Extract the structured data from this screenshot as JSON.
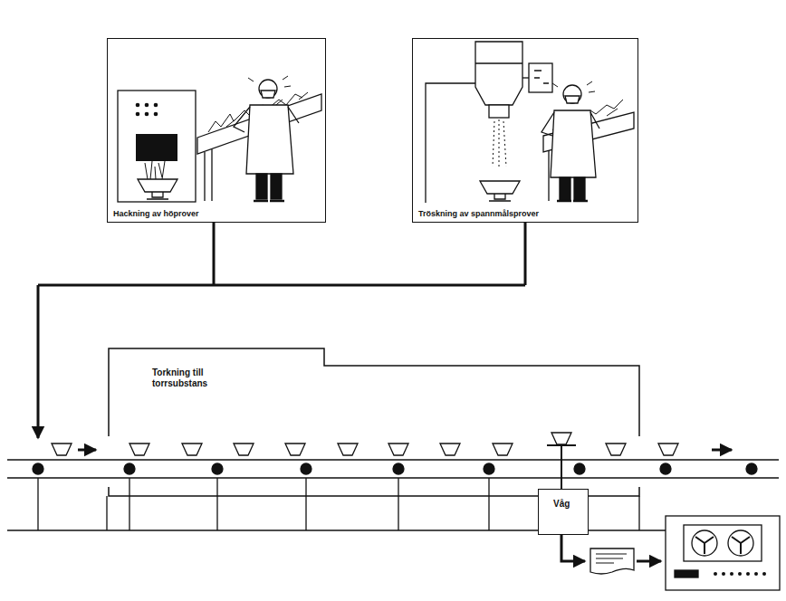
{
  "diagram": {
    "nodes": [
      {
        "text": [
          "Hackning av höprover"
        ]
      },
      {
        "text": [
          "Tröskning av spannmålsprover"
        ]
      },
      {
        "text": [
          "Torkning till torrsubstans"
        ]
      },
      {
        "text": [
          "Våg"
        ]
      }
    ]
  }
}
